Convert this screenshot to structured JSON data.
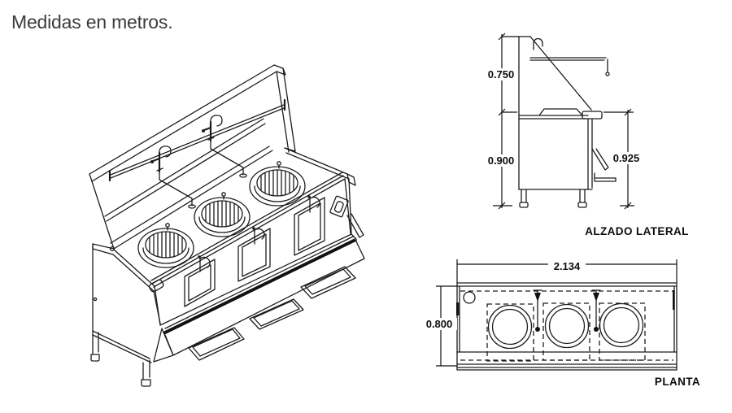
{
  "title": "Medidas en metros.",
  "colors": {
    "line": "#1c1c1c",
    "title_text": "#3c3c3c",
    "dim_text": "#0d0d0d"
  },
  "isometric": {
    "woks": 3,
    "faucets": 2,
    "foot_pedals": 3,
    "control_panels": 3
  },
  "side_elevation": {
    "label": "ALZADO LATERAL",
    "dim_backsplash": "0.750",
    "dim_body": "0.900",
    "dim_overall": "0.925"
  },
  "plan": {
    "label": "PLANTA",
    "dim_width": "2.134",
    "dim_depth": "0.800"
  }
}
